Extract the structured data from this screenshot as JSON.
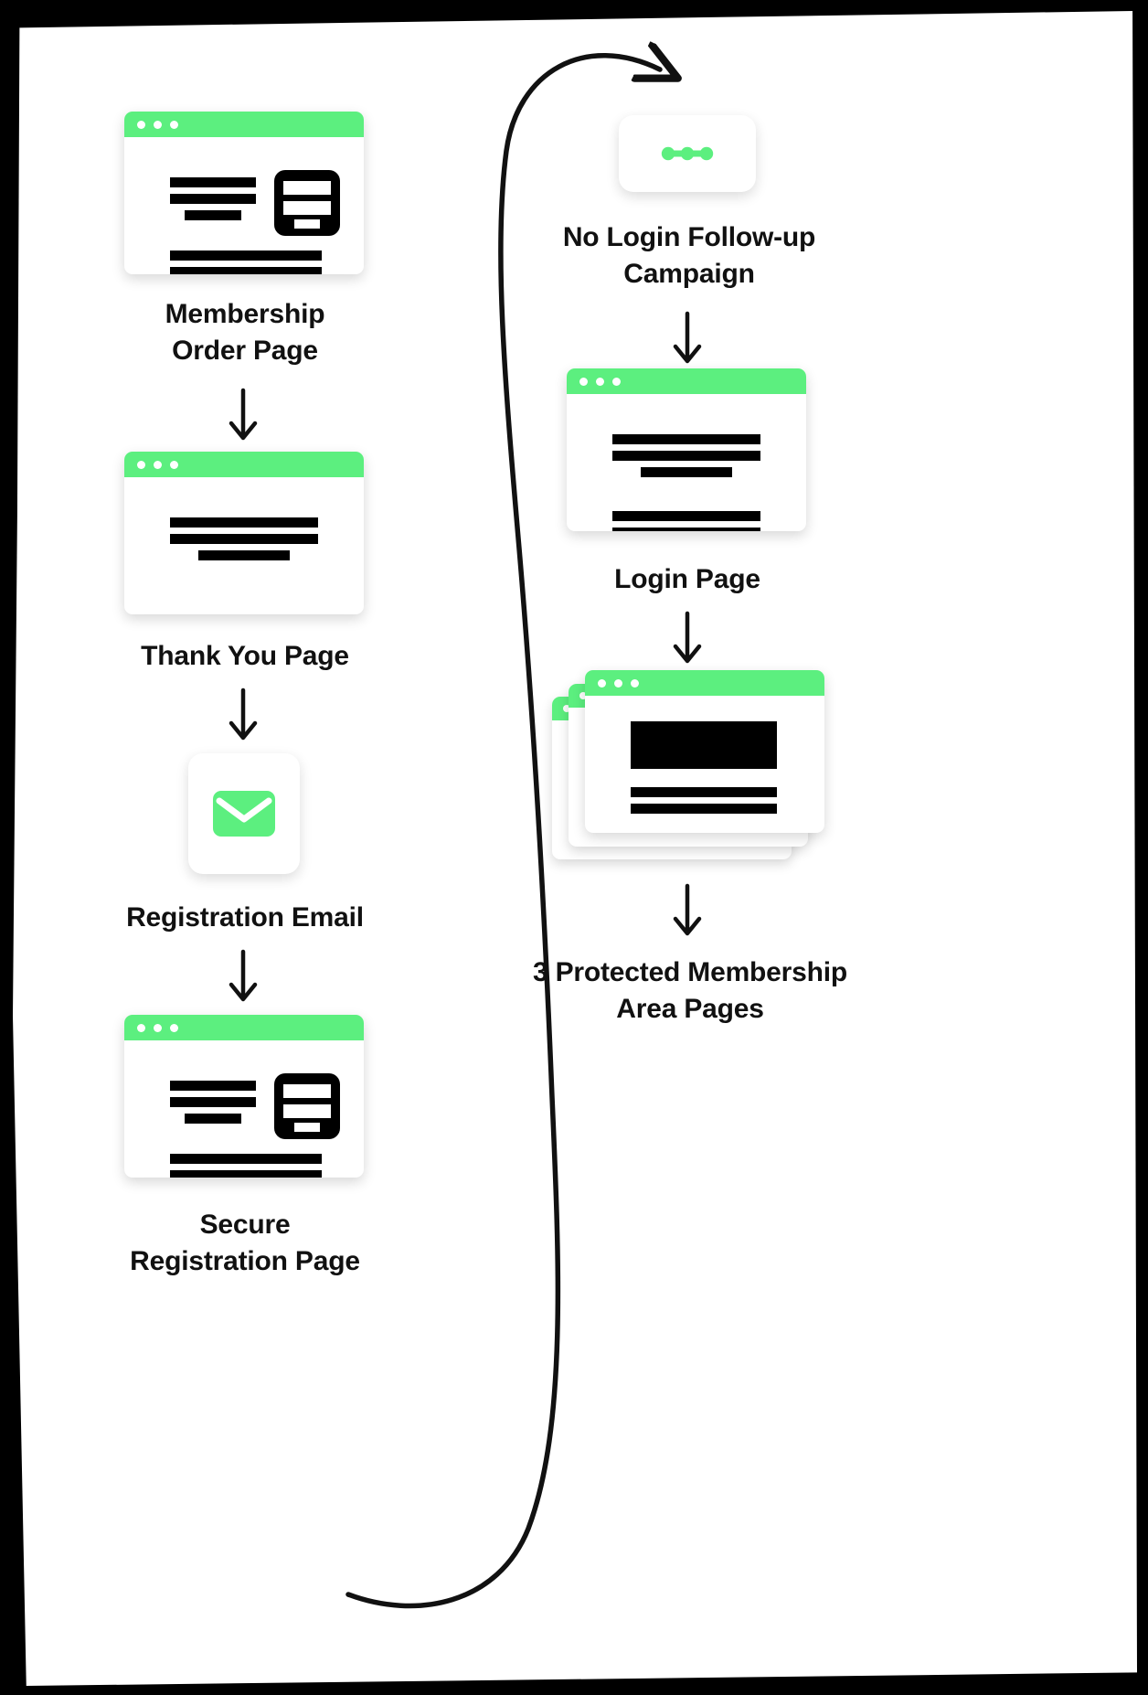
{
  "diagram": {
    "title": "Membership funnel flow",
    "background_color": "#000000",
    "sheet_color": "#ffffff",
    "accent_color": "#5cef7f",
    "ink_color": "#000000"
  },
  "left_column": {
    "nodes": [
      {
        "id": "membership-order-page",
        "label": "Membership\nOrder Page",
        "label_line1": "Membership",
        "label_line2": "Order Page",
        "icon": "browser-window-with-card"
      },
      {
        "id": "thank-you-page",
        "label": "Thank You Page",
        "label_line1": "Thank You Page",
        "label_line2": "",
        "icon": "browser-window-text"
      },
      {
        "id": "registration-email",
        "label": "Registration Email",
        "label_line1": "Registration Email",
        "label_line2": "",
        "icon": "envelope-icon"
      },
      {
        "id": "secure-registration-page",
        "label": "Secure\nRegistration Page",
        "label_line1": "Secure",
        "label_line2": "Registration Page",
        "icon": "browser-window-with-card"
      }
    ]
  },
  "right_column": {
    "nodes": [
      {
        "id": "no-login-followup-campaign",
        "label": "No Login Follow-up\nCampaign",
        "label_line1": "No Login Follow-up",
        "label_line2": "Campaign",
        "icon": "campaign-dots-icon"
      },
      {
        "id": "login-page",
        "label": "Login Page",
        "label_line1": "Login Page",
        "label_line2": "",
        "icon": "browser-window-text"
      },
      {
        "id": "protected-membership-area-pages",
        "label": "3 Protected Membership\nArea Pages",
        "label_line1": "3 Protected Membership",
        "label_line2": "Area Pages",
        "icon": "stacked-browser-windows",
        "count": 3
      }
    ]
  },
  "connectors": {
    "down_arrow_glyph": "↓",
    "flow_arrow": "curved-arrow-left-to-right",
    "arrows": [
      {
        "from": "membership-order-page",
        "to": "thank-you-page",
        "type": "down"
      },
      {
        "from": "thank-you-page",
        "to": "registration-email",
        "type": "down"
      },
      {
        "from": "registration-email",
        "to": "secure-registration-page",
        "type": "down"
      },
      {
        "from": "secure-registration-page",
        "to": "no-login-followup-campaign",
        "type": "curve"
      },
      {
        "from": "no-login-followup-campaign",
        "to": "login-page",
        "type": "down"
      },
      {
        "from": "login-page",
        "to": "protected-membership-area-pages",
        "type": "down"
      }
    ]
  }
}
